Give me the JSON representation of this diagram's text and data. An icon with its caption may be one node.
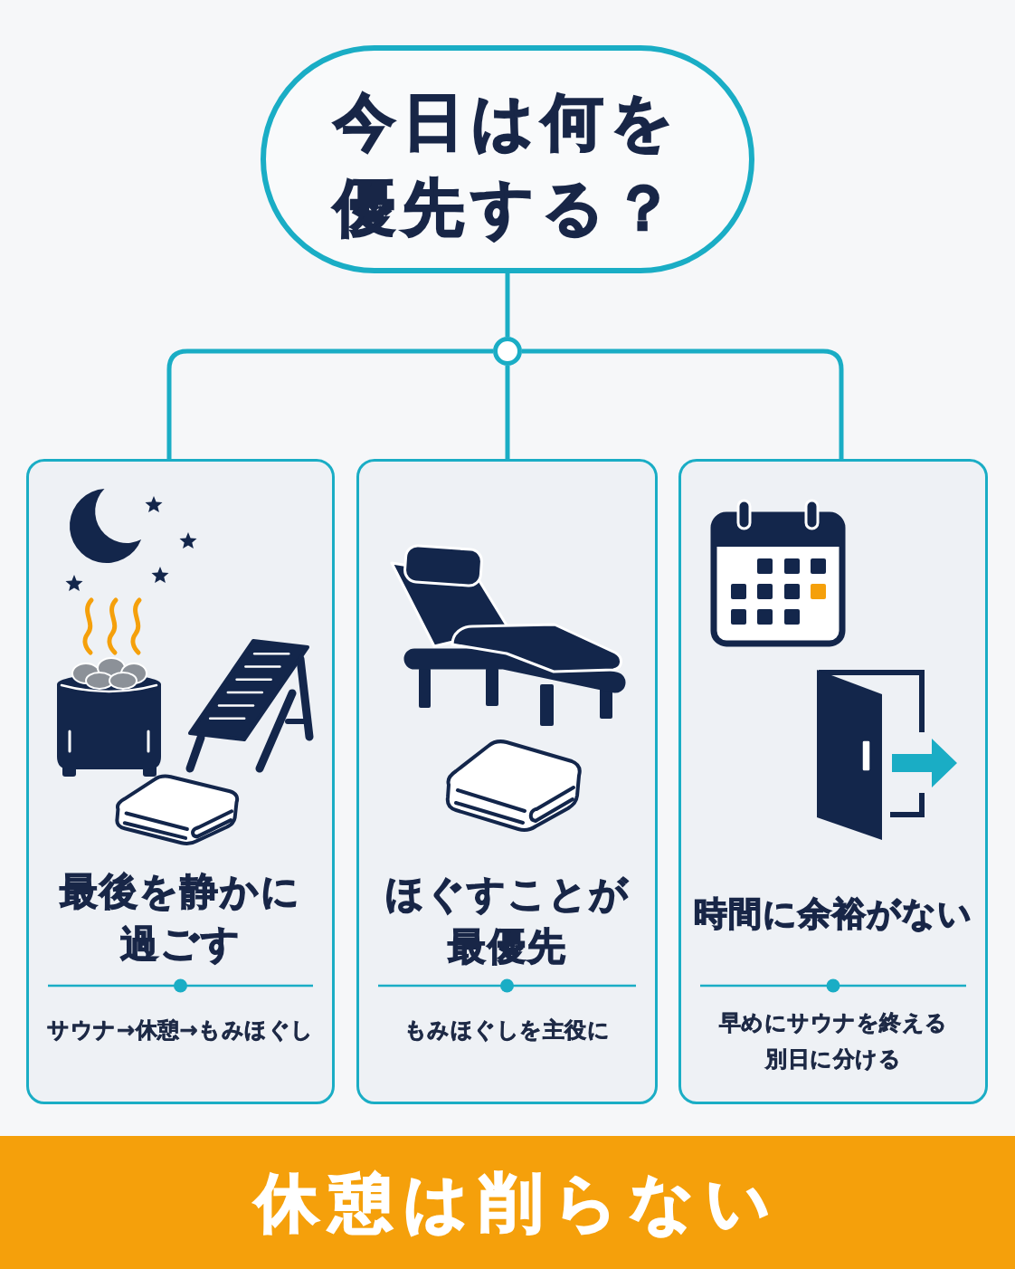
{
  "diagram": {
    "nodes": [
      {
        "text": [
          "今日は何を優先する？"
        ]
      },
      {
        "text": [],
        "shape": "circle"
      },
      {
        "text": [
          "最後を静かに過ごす",
          "サウナ→休憩→もみほぐし"
        ]
      },
      {
        "text": [
          "ほぐすことが最優先",
          "もみほぐしを主役に"
        ]
      },
      {
        "text": [
          "時間に余裕がない",
          "早めにサウナを終える",
          "別日に分ける"
        ]
      },
      {
        "text": [
          "休憩は削らない"
        ]
      }
    ],
    "edges": [
      {
        "from": 0,
        "to": 1,
        "arrow": "none"
      },
      {
        "from": 1,
        "to": 2,
        "arrow": "none"
      },
      {
        "from": 1,
        "to": 3,
        "arrow": "none"
      },
      {
        "from": 1,
        "to": 4,
        "arrow": "none"
      }
    ]
  }
}
